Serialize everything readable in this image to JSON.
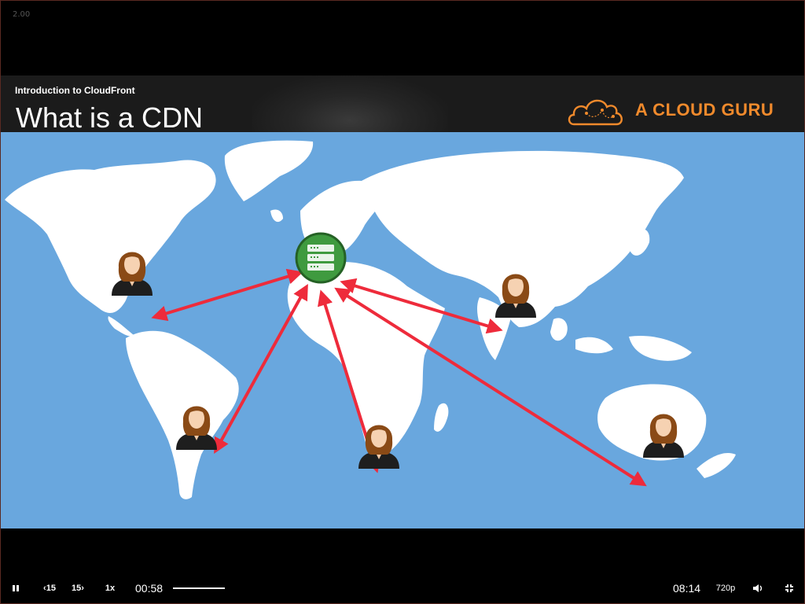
{
  "overlay": {
    "speed_tag": "2.00"
  },
  "slide": {
    "subtitle": "Introduction to CloudFront",
    "title": "What is a CDN",
    "brand_name": "A CLOUD GURU",
    "colors": {
      "header_bg": "#1b1b1b",
      "map_ocean": "#69a7de",
      "land": "#ffffff",
      "arrow": "#ee2b3b",
      "server": "#3f9a3f",
      "brand": "#f08a2c"
    },
    "icons": {
      "server": "server-icon",
      "user": "user-avatar-icon",
      "brand": "cloud-logo-icon"
    }
  },
  "player": {
    "elapsed": "00:58",
    "remaining": "08:14",
    "back_label": "15",
    "forward_label": "15",
    "speed": "1x",
    "quality": "720p",
    "progress_fraction": 0.12,
    "icons": {
      "play_pause": "pause-icon",
      "back": "rewind-15-icon",
      "forward": "forward-15-icon",
      "volume": "volume-icon",
      "fullscreen": "exit-fullscreen-icon"
    }
  }
}
